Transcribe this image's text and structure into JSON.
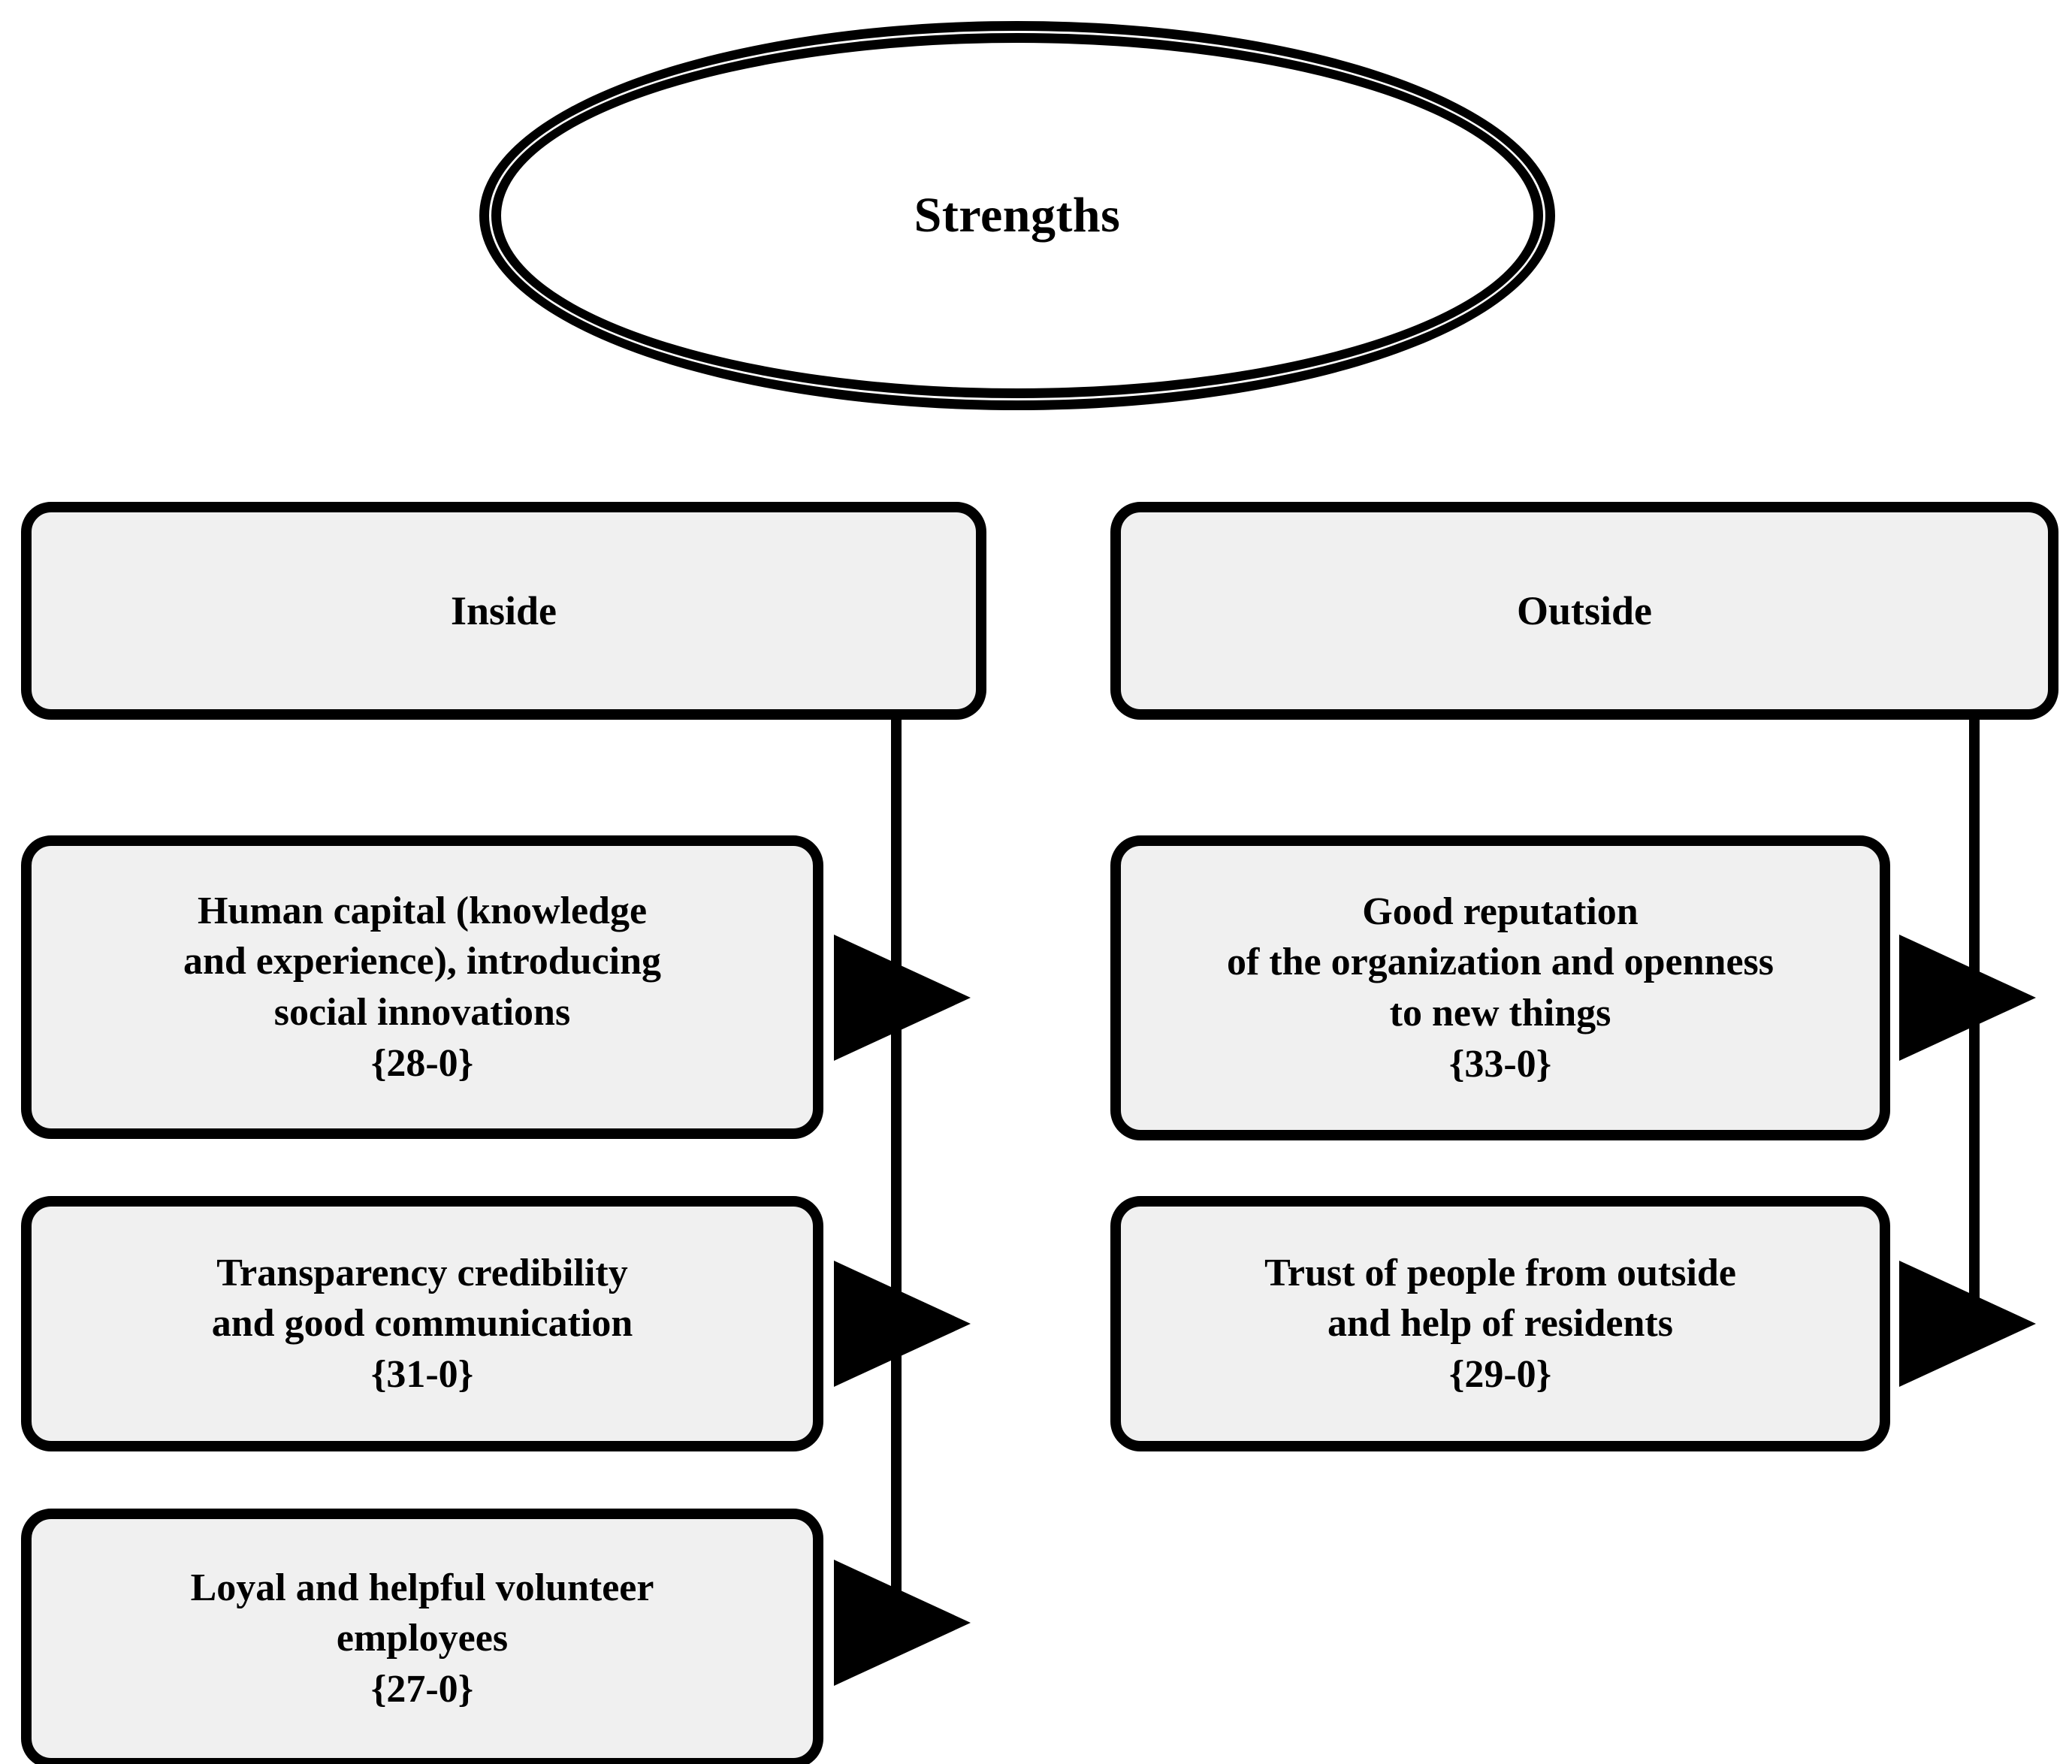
{
  "diagram": {
    "type": "swot-strengths-tree",
    "root": {
      "label": "Strengths",
      "shape": "double-ellipse"
    },
    "branches": [
      {
        "id": "inside",
        "header": "Inside",
        "leaves": [
          {
            "id": "l1",
            "text": "Human capital (knowledge\nand experience), introducing\nsocial innovations\n{28-0}",
            "code": "{28-0}"
          },
          {
            "id": "l2",
            "text": "Transparency credibility\nand good communication\n{31-0}",
            "code": "{31-0}"
          },
          {
            "id": "l3",
            "text": "Loyal and helpful volunteer\nemployees\n{27-0}",
            "code": "{27-0}"
          }
        ]
      },
      {
        "id": "outside",
        "header": "Outside",
        "leaves": [
          {
            "id": "r1",
            "text": "Good reputation\nof the organization and openness\nto new things\n{33-0}",
            "code": "{33-0}"
          },
          {
            "id": "r2",
            "text": "Trust of people from outside\nand help of residents\n{29-0}",
            "code": "{29-0}"
          }
        ]
      }
    ],
    "colors": {
      "stroke": "#000000",
      "box_fill": "#f0f0f0",
      "background": "#ffffff",
      "text": "#000000"
    }
  }
}
